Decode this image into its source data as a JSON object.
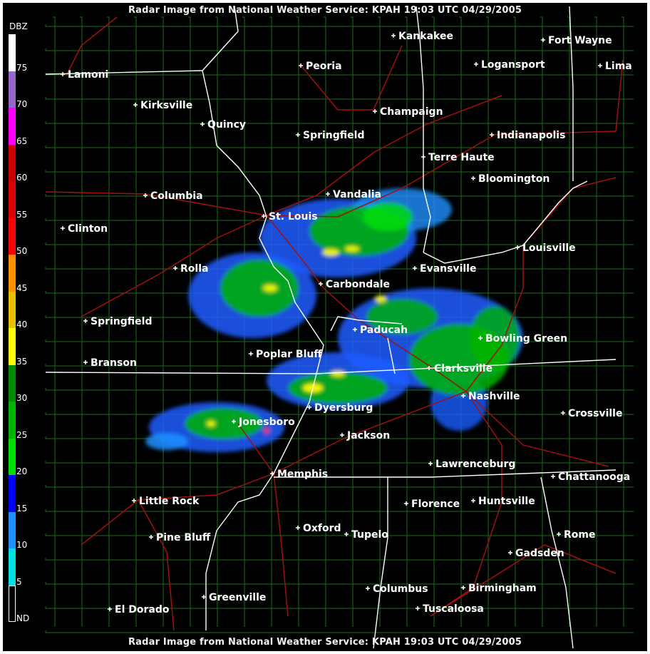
{
  "title_top": "Radar Image from National Weather Service: KPAH   19:03 UTC  04/29/2005",
  "title_bottom": "Radar Image from National Weather Service: KPAH   19:03 UTC  04/29/2005",
  "legend": {
    "unit": "DBZ",
    "steps": [
      {
        "label": "75",
        "color": "#ffffff"
      },
      {
        "label": "70",
        "color": "#9966cc"
      },
      {
        "label": "65",
        "color": "#ff00ff"
      },
      {
        "label": "60",
        "color": "#c80000"
      },
      {
        "label": "55",
        "color": "#dc0000"
      },
      {
        "label": "50",
        "color": "#ff0000"
      },
      {
        "label": "45",
        "color": "#ff9000"
      },
      {
        "label": "40",
        "color": "#e8c000"
      },
      {
        "label": "35",
        "color": "#ffff00"
      },
      {
        "label": "30",
        "color": "#008c00"
      },
      {
        "label": "25",
        "color": "#00b400"
      },
      {
        "label": "20",
        "color": "#00e000"
      },
      {
        "label": "15",
        "color": "#0000ff"
      },
      {
        "label": "10",
        "color": "#1e90ff"
      },
      {
        "label": "5",
        "color": "#00e0e0"
      },
      {
        "label": "ND",
        "color": "#000000"
      }
    ]
  },
  "colors": {
    "county_lines": "#1e6e1e",
    "state_lines": "#ffffff",
    "highways": "#a01010",
    "city_labels": "#ffffff"
  },
  "cities": [
    {
      "name": "Kankakee"
    },
    {
      "name": "Fort Wayne"
    },
    {
      "name": "Lamoni"
    },
    {
      "name": "Peoria"
    },
    {
      "name": "Logansport"
    },
    {
      "name": "Lima"
    },
    {
      "name": "Kirksville"
    },
    {
      "name": "Champaign"
    },
    {
      "name": "Quincy"
    },
    {
      "name": "Springfield"
    },
    {
      "name": "Indianapolis"
    },
    {
      "name": "Terre Haute"
    },
    {
      "name": "Bloomington"
    },
    {
      "name": "Columbia"
    },
    {
      "name": "Vandalia"
    },
    {
      "name": "St. Louis"
    },
    {
      "name": "Clinton"
    },
    {
      "name": "Louisville"
    },
    {
      "name": "Evansville"
    },
    {
      "name": "Rolla"
    },
    {
      "name": "Carbondale"
    },
    {
      "name": "Springfield"
    },
    {
      "name": "Paducah"
    },
    {
      "name": "Bowling Green"
    },
    {
      "name": "Branson"
    },
    {
      "name": "Poplar Bluff"
    },
    {
      "name": "Clarksville"
    },
    {
      "name": "Nashville"
    },
    {
      "name": "Dyersburg"
    },
    {
      "name": "Crossville"
    },
    {
      "name": "Jonesboro"
    },
    {
      "name": "Jackson"
    },
    {
      "name": "Lawrenceburg"
    },
    {
      "name": "Memphis"
    },
    {
      "name": "Chattanooga"
    },
    {
      "name": "Little Rock"
    },
    {
      "name": "Florence"
    },
    {
      "name": "Huntsville"
    },
    {
      "name": "Oxford"
    },
    {
      "name": "Tupelo"
    },
    {
      "name": "Pine Bluff"
    },
    {
      "name": "Rome"
    },
    {
      "name": "Gadsden"
    },
    {
      "name": "Greenville"
    },
    {
      "name": "Columbus"
    },
    {
      "name": "Birmingham"
    },
    {
      "name": "El Dorado"
    },
    {
      "name": "Tuscaloosa"
    }
  ]
}
